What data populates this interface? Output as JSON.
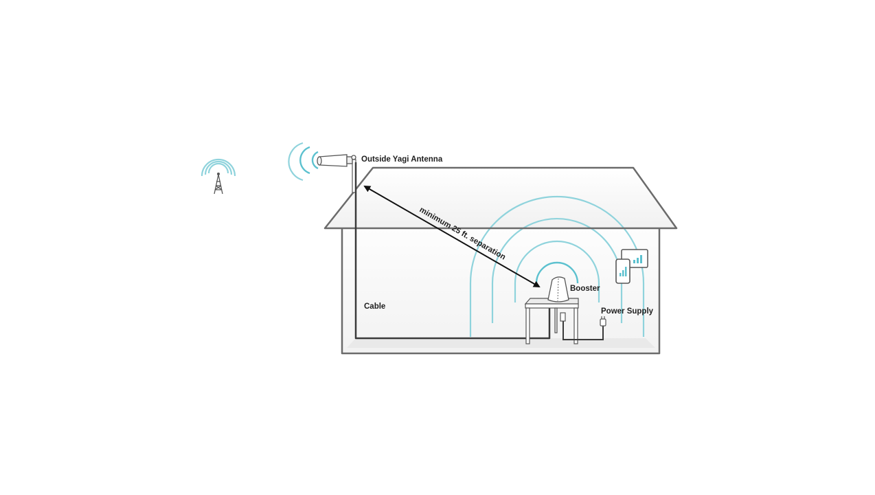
{
  "labels": {
    "antenna": "Outside Yagi Antenna",
    "separation": "minimum 25 ft. separation",
    "booster": "Booster",
    "cable": "Cable",
    "power_supply": "Power Supply"
  },
  "colors": {
    "signal_wave": "#8fd3dc",
    "signal_wave_strong": "#5cc1cf",
    "outline": "#6b6b6b",
    "ink": "#1e1e1e"
  },
  "icons": [
    "cell-tower-icon",
    "yagi-antenna-icon",
    "booster-icon",
    "smartphone-icon",
    "tablet-icon",
    "power-adapter-icon"
  ]
}
